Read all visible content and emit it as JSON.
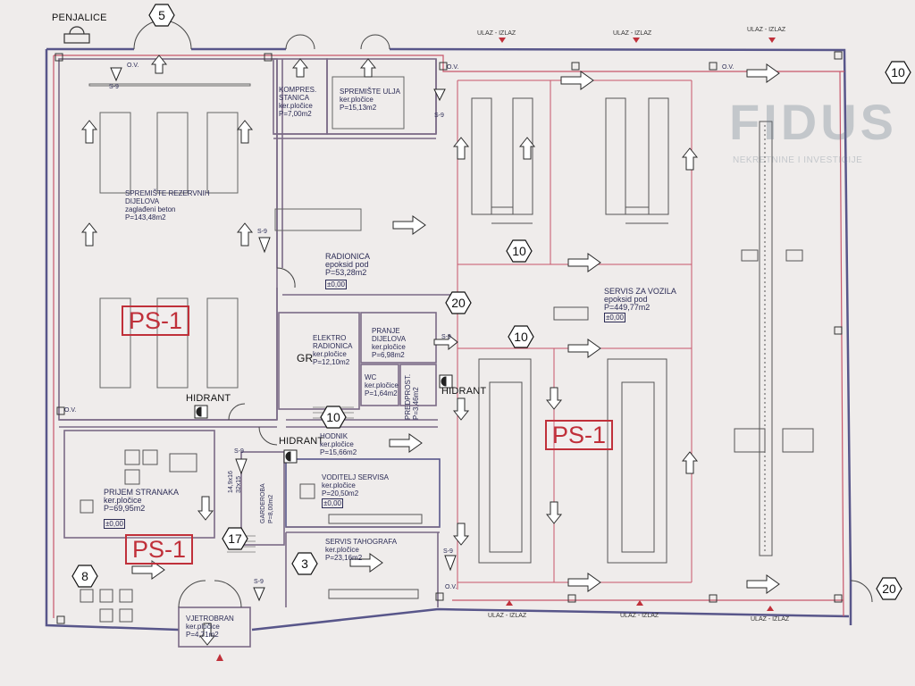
{
  "header": {
    "penjalice": "PENJALICE",
    "hidrant": "HIDRANT"
  },
  "exits": {
    "label": "ULAZ - IZLAZ"
  },
  "markers": {
    "ov": "O.V.",
    "s9": "S-9",
    "gr": "GR",
    "stairs": "14,9x16\n32x15"
  },
  "rooms": {
    "kompresorska": "KOMPRES.\nSTANICA\nker.pločice\nP=7,00m2",
    "spremiste_ulja": "SPREMIŠTE ULJA\nker.pločice\nP=15,13m2",
    "spremiste_rezervnih": "SPREMIŠTE REZERVNIH\nDIJELOVA\nzaglađeni beton\nP=143,48m2",
    "radionica": "RADIONICA\nepoksid pod\nP=53,28m2",
    "radionica_level": "±0,00",
    "servis_vozila": "SERVIS ZA VOZILA\nepoksid pod\nP=449,77m2",
    "servis_level": "±0,00",
    "elektro": "ELEKTRO\nRADIONICA\nker.pločice\nP=12,10m2",
    "pranje": "PRANJE\nDIJELOVA\nker.pločice\nP=6,98m2",
    "wc": "WC\nker.pločice\nP=1,64m2",
    "predprostor": "PREDPROST.\nP=3,46m2",
    "hodnik": "HODNIK\nker.pločice\nP=15,66m2",
    "prijem": "PRIJEM STRANAKA\nker.pločice\nP=69,95m2",
    "prijem_level": "±0,00",
    "voditelj": "VODITELJ SERVISA\nker.pločice\nP=20,50m2",
    "voditelj_level": "±0,00",
    "tahograf": "SERVIS TAHOGRAFA\nker.pločice\nP=23,16m2",
    "vjetrobran": "VJETROBRAN\nker.pločice\nP=4,71m2",
    "garderoba": "GARDEROBA\nP=8,00m2"
  },
  "zones": [
    "PS-1",
    "PS-1",
    "PS-1"
  ],
  "hex_numbers": [
    "5",
    "10",
    "10",
    "20",
    "10",
    "10",
    "17",
    "3",
    "8",
    "20"
  ],
  "logo": {
    "name": "FIDUS",
    "tagline": "NEKRETNINE I INVESTICIJE"
  },
  "colors": {
    "wall": "#58568a",
    "wall_red": "#c7556a",
    "zone": "#c0303a",
    "arrow": "#2a2a2a"
  }
}
